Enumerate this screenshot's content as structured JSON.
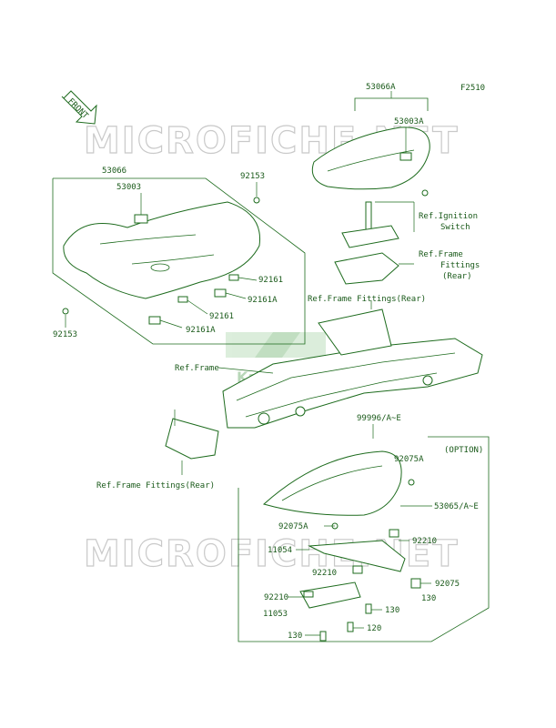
{
  "figure_code": "F2510",
  "watermark": "MICROFICHE.NET",
  "logo_text": "Kawasaki",
  "front_arrow_label": "FRONT",
  "option_label": "(OPTION)",
  "part_labels": {
    "p53066A": "53066A",
    "p53003A": "53003A",
    "p53066": "53066",
    "p53003": "53003",
    "p92153_top": "92153",
    "p92153_left": "92153",
    "p92161_a": "92161",
    "p92161A_a": "92161A",
    "p92161_b": "92161",
    "p92161A_b": "92161A",
    "ref_ignition_1": "Ref.Ignition",
    "ref_ignition_2": "Switch",
    "ref_frame_fit_1": "Ref.Frame",
    "ref_frame_fit_2": "Fittings",
    "ref_frame_fit_3": "(Rear)",
    "ref_frame_fittings_rear_top": "Ref.Frame Fittings(Rear)",
    "ref_frame": "Ref.Frame",
    "ref_frame_fittings_rear_bottom": "Ref.Frame Fittings(Rear)",
    "p99996": "99996/A~E",
    "p92075A_top": "92075A",
    "p53065": "53065/A~E",
    "p92075A_mid": "92075A",
    "p92210_right": "92210",
    "p11054": "11054",
    "p92210_mid": "92210",
    "p92075": "92075",
    "p92210_left": "92210",
    "p130_right_a": "130",
    "p130_right_b": "130",
    "p11053": "11053",
    "p120": "120",
    "p130_bottom": "130"
  }
}
